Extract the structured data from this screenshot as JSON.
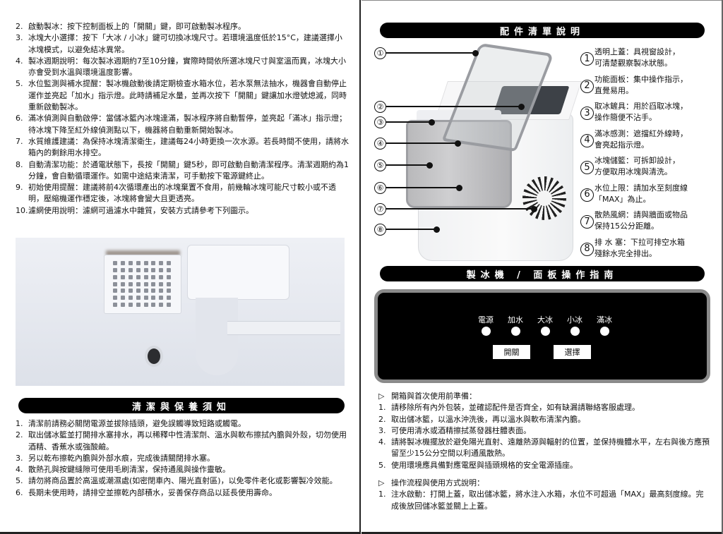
{
  "left_page": {
    "usage_items": [
      {
        "num": "2.",
        "text": "啟動製冰：按下控制面板上的「開關」鍵，即可啟動製冰程序。"
      },
      {
        "num": "3.",
        "text": "冰塊大小選擇：按下「大冰 / 小冰」鍵可切換冰塊尺寸。若環境溫度低於15°C，建議選擇小冰塊模式，以避免結冰異常。"
      },
      {
        "num": "4.",
        "text": "製冰週期說明：每次製冰週期約7至10分鐘，實際時間依所選冰塊尺寸與室溫而異，冰塊大小亦會受到水溫與環境溫度影響。"
      },
      {
        "num": "5.",
        "text": "水位監測與補水提醒：製冰機啟動後請定期檢查水箱水位，若水泵無法抽水，機器會自動停止運作並亮起「加水」指示燈。此時請補足水量，並再次按下「開關」鍵讓加水燈號熄滅，同時重新啟動製冰。"
      },
      {
        "num": "6.",
        "text": "滿冰偵測與自動啟停：當儲冰籃內冰塊達滿，製冰程序將自動暫停，並亮起「滿冰」指示燈；待冰塊下降至紅外線偵測點以下，機器將自動重新開始製冰。"
      },
      {
        "num": "7.",
        "text": "水質維護建議：為保持冰塊清潔衛生，建議每24小時更換一次水源。若長時間不使用，請將水箱內的剩餘用水排空。"
      },
      {
        "num": "8.",
        "text": "自動清潔功能：於通電狀態下，長按「開關」鍵5秒，即可啟動自動清潔程序。清潔週期約為1分鐘，會自動循環運作。如需中途結束清潔，可手動按下電源鍵終止。"
      },
      {
        "num": "9.",
        "text": "初始使用提醒：建議將前4次循環產出的冰塊棄置不食用，前幾輪冰塊可能尺寸較小或不透明，壓縮機運作穩定後，冰塊將會變大且更透亮。"
      },
      {
        "num": "10.",
        "text": "濾網使用說明：濾網可過濾水中雜質，安裝方式請參考下列圖示。"
      }
    ],
    "cleaning_banner": "清潔與保養須知",
    "cleaning_items": [
      {
        "num": "1.",
        "text": "清潔前請務必關閉電源並拔除插頭，避免誤觸導致短路或觸電。"
      },
      {
        "num": "2.",
        "text": "取出儲冰籃並打開排水塞排水，再以稀釋中性清潔劑、溫水與軟布擦拭內膽與外殼，切勿使用酒精、香蕉水或強酸鹼。"
      },
      {
        "num": "3.",
        "text": "另以乾布擦乾內膽與外部水痕，完成後請關閉排水塞。"
      },
      {
        "num": "4.",
        "text": "散熱孔與按鍵縫隙可使用毛刷清潔，保持通風與操作靈敏。"
      },
      {
        "num": "5.",
        "text": "請勿將商品置於高溫或潮濕處(如密閉車內、陽光直射區)，以免零件老化或影響製冷效能。"
      },
      {
        "num": "6.",
        "text": "長期未使用時，請排空並擦乾內部積水，妥善保存商品以延長使用壽命。"
      }
    ]
  },
  "right_page": {
    "parts_banner": "配件清單說明",
    "callout_numbers": [
      "①",
      "②",
      "③",
      "④",
      "⑤",
      "⑥",
      "⑦",
      "⑧"
    ],
    "parts": [
      {
        "num": "1",
        "line1": "透明上蓋：具視窗設計，",
        "line2": "可清楚觀察製冰狀態。"
      },
      {
        "num": "2",
        "line1": "功能面板：集中操作指示，",
        "line2": "直覺易用。"
      },
      {
        "num": "3",
        "line1": "取冰鏟具：用於舀取冰塊，",
        "line2": "操作簡便不沾手。"
      },
      {
        "num": "4",
        "line1": "滿冰感測：遮擋紅外線時，",
        "line2": "會亮起指示燈。"
      },
      {
        "num": "5",
        "line1": "冰塊儲籃：可拆卸設計，",
        "line2": "方便取用冰塊與清洗。"
      },
      {
        "num": "6",
        "line1": "水位上限：請加水至刻度線",
        "line2": "「MAX」為止。"
      },
      {
        "num": "7",
        "line1": "散熱風網：請與牆面或物品",
        "line2": "保持15公分距離。"
      },
      {
        "num": "8",
        "line1": "排 水 塞：下拉可排空水箱",
        "line2": "殘餘水完全排出。"
      }
    ],
    "panel_banner": "製冰機 / 面板操作指南",
    "control_panel": {
      "indicators": [
        "電源",
        "加水",
        "大冰",
        "小冰",
        "滿冰"
      ],
      "buttons": {
        "power": "開關",
        "select": "選擇"
      }
    },
    "prep_heading": "開箱與首次使用前準備：",
    "prep_items": [
      {
        "num": "1.",
        "text": "請移除所有內外包裝，並確認配件是否齊全，如有缺漏請聯絡客服處理。"
      },
      {
        "num": "2.",
        "text": "取出儲冰籃，以溫水沖洗後，再以溫水與軟布清潔內膽。"
      },
      {
        "num": "3.",
        "text": "可使用清水或酒精擦拭蒸發器柱體表面。"
      },
      {
        "num": "4.",
        "text": "請將製冰機擺放於避免陽光直射、遠離熱源與輻射的位置，並保持機體水平，左右與後方應預留至少15公分空間以利通風散熱。"
      },
      {
        "num": "5.",
        "text": "使用環境應具備對應電壓與插頭規格的安全電源插座。"
      }
    ],
    "flow_heading": "操作流程與使用方式說明：",
    "flow_items": [
      {
        "num": "1.",
        "text": "注水啟動：打開上蓋，取出儲冰籃，將水注入水箱，水位不可超過「MAX」最高刻度線。完成後放回儲冰籃並關上上蓋。"
      }
    ],
    "triangle_icon": "▷"
  }
}
